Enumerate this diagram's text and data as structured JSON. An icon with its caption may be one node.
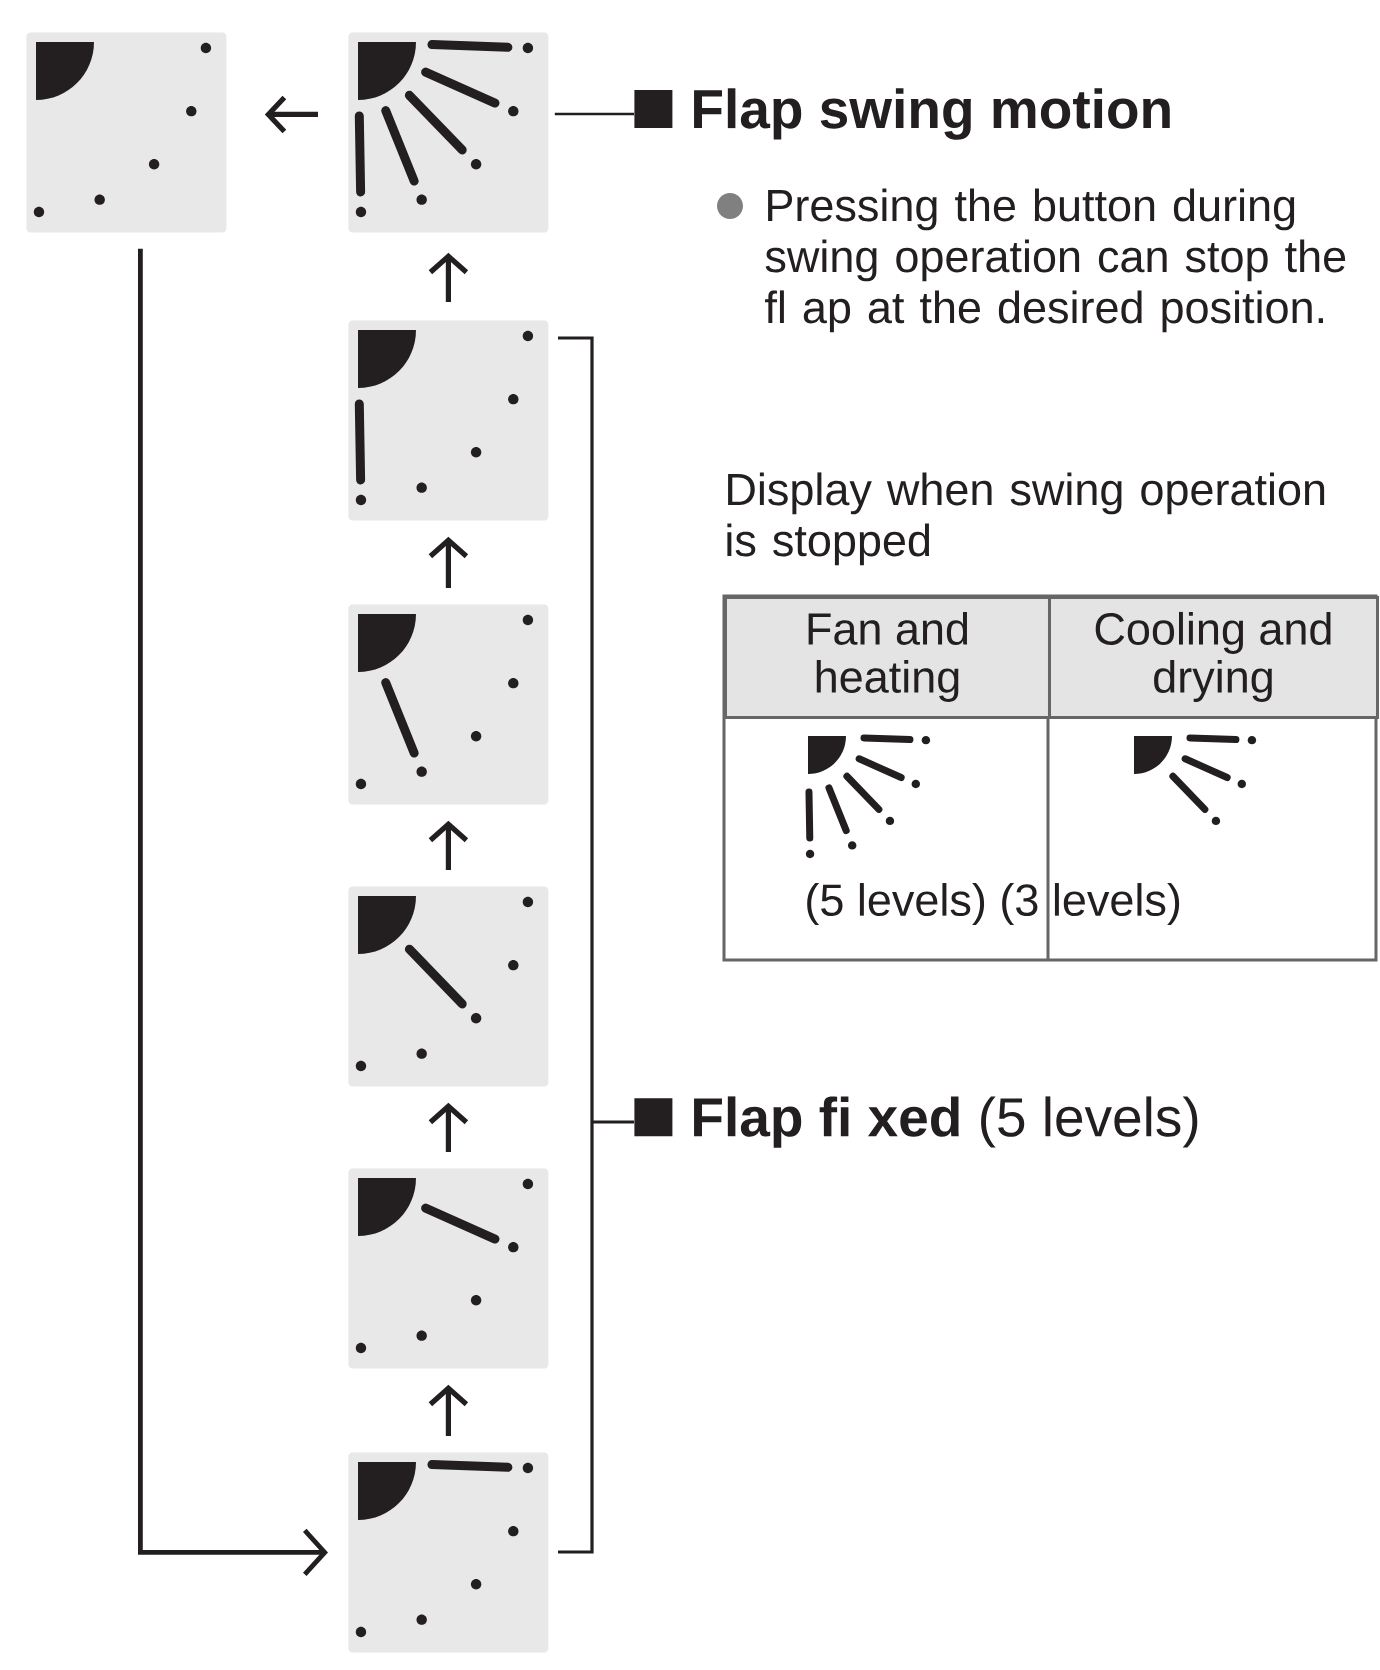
{
  "diagram": {
    "nodes": [
      {
        "text": [],
        "shape": "picture"
      },
      {
        "text": [],
        "shape": "picture"
      },
      {
        "text": [
          "Flap swing motion"
        ]
      },
      {
        "text": [],
        "shape": "picture"
      },
      {
        "text": [],
        "shape": "picture"
      },
      {
        "text": [],
        "shape": "picture"
      },
      {
        "text": [],
        "shape": "picture"
      },
      {
        "text": [],
        "shape": "picture"
      },
      {
        "text": [
          "**Flap fi xed** (5 levels)"
        ]
      }
    ],
    "edges": [
      {
        "from": 1,
        "to": 0,
        "arrow": "to"
      },
      {
        "from": 3,
        "to": 1,
        "arrow": "to"
      },
      {
        "from": 4,
        "to": 3,
        "arrow": "to"
      },
      {
        "from": 5,
        "to": 4,
        "arrow": "to"
      },
      {
        "from": 6,
        "to": 5,
        "arrow": "to"
      },
      {
        "from": 7,
        "to": 6,
        "arrow": "to"
      },
      {
        "from": 0,
        "to": 7,
        "arrow": "to"
      },
      {
        "from": 2,
        "to": 1,
        "arrow": "none"
      }
    ],
    "labels": [
      "Pressing the button during swing operation can stop the fl ap at the desired position.",
      "Display when swing operation is stopped",
      "Fan and heating",
      "Cooling and drying",
      "(5 levels) (3 levels)"
    ]
  }
}
